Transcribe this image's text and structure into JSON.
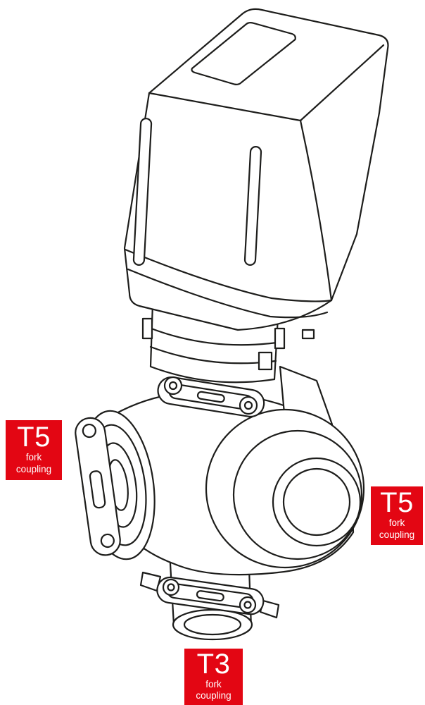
{
  "diagram": {
    "accent_color": "#e30613",
    "line_color": "#1d1d1b",
    "labels": [
      {
        "position": "left",
        "code": "T5",
        "sub1": "fork",
        "sub2": "coupling"
      },
      {
        "position": "right",
        "code": "T5",
        "sub1": "fork",
        "sub2": "coupling"
      },
      {
        "position": "bottom",
        "code": "T3",
        "sub1": "fork",
        "sub2": "coupling"
      }
    ]
  }
}
